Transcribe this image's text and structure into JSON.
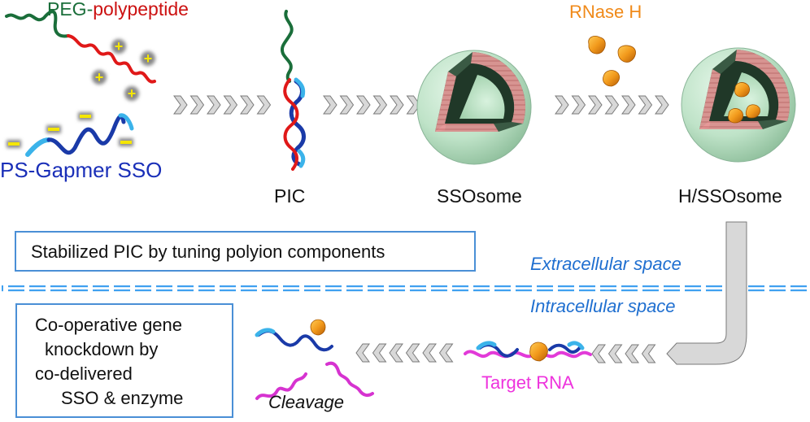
{
  "title": "SSOsome / H/SSOsome co-delivery scheme",
  "colors": {
    "peg": "#1a6e3a",
    "polypeptide": "#cc1111",
    "sso": "#1a2fb8",
    "rnase": "#f08a1a",
    "target_rna": "#ee33dd",
    "space_label": "#1f6fd0",
    "membrane_line": "#3fa0f0",
    "arrow_fill": "#d8d8d8",
    "arrow_stroke": "#7a7a7a",
    "box_border": "#4a8fd6",
    "sphere": "#bfe6c8"
  },
  "labels": {
    "peg": "PEG",
    "dash": "-",
    "polypeptide": "polypeptide",
    "sso": "PS-Gapmer SSO",
    "pic": "PIC",
    "ssosome": "SSOsome",
    "rnase": "RNase H",
    "h_ssosome": "H/SSOsome",
    "extracellular": "Extracellular space",
    "intracellular": "Intracellular space",
    "target_rna": "Target RNA",
    "cleavage": "Cleavage"
  },
  "charges": {
    "positive": "+",
    "negative": "−"
  },
  "boxes": {
    "stabilized": "Stabilized PIC by tuning polyion components",
    "cooperative": [
      "Co-operative gene",
      "knockdown by",
      "co-delivered",
      "SSO & enzyme"
    ]
  },
  "flow": {
    "steps": [
      "PS-Gapmer SSO + PEG-polypeptide",
      "PIC",
      "SSOsome",
      "H/SSOsome",
      "Target RNA",
      "Cleavage"
    ]
  }
}
